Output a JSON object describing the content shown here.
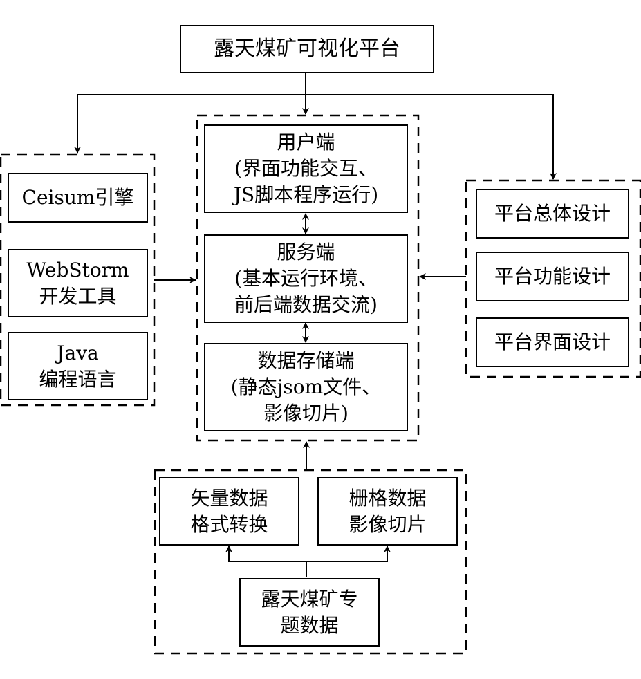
{
  "diagram": {
    "title_box": {
      "label": "露天煤矿可视化平台"
    },
    "left_group": {
      "items": [
        {
          "lines": [
            "Ceisum引擎"
          ]
        },
        {
          "lines": [
            "WebStorm",
            "开发工具"
          ]
        },
        {
          "lines": [
            "Java",
            "编程语言"
          ]
        }
      ]
    },
    "center_group": {
      "items": [
        {
          "lines": [
            "用户端",
            "(界面功能交互、",
            "JS脚本程序运行)"
          ]
        },
        {
          "lines": [
            "服务端",
            "(基本运行环境、",
            "前后端数据交流)"
          ]
        },
        {
          "lines": [
            "数据存储端",
            "(静态jsom文件、",
            "影像切片)"
          ]
        }
      ]
    },
    "right_group": {
      "items": [
        {
          "lines": [
            "平台总体设计"
          ]
        },
        {
          "lines": [
            "平台功能设计"
          ]
        },
        {
          "lines": [
            "平台界面设计"
          ]
        }
      ]
    },
    "bottom_group": {
      "vector_box": {
        "lines": [
          "矢量数据",
          "格式转换"
        ]
      },
      "raster_box": {
        "lines": [
          "栅格数据",
          "影像切片"
        ]
      },
      "source_box": {
        "lines": [
          "露天煤矿专",
          "题数据"
        ]
      }
    },
    "colors": {
      "stroke": "#000000",
      "background": "#ffffff"
    }
  }
}
